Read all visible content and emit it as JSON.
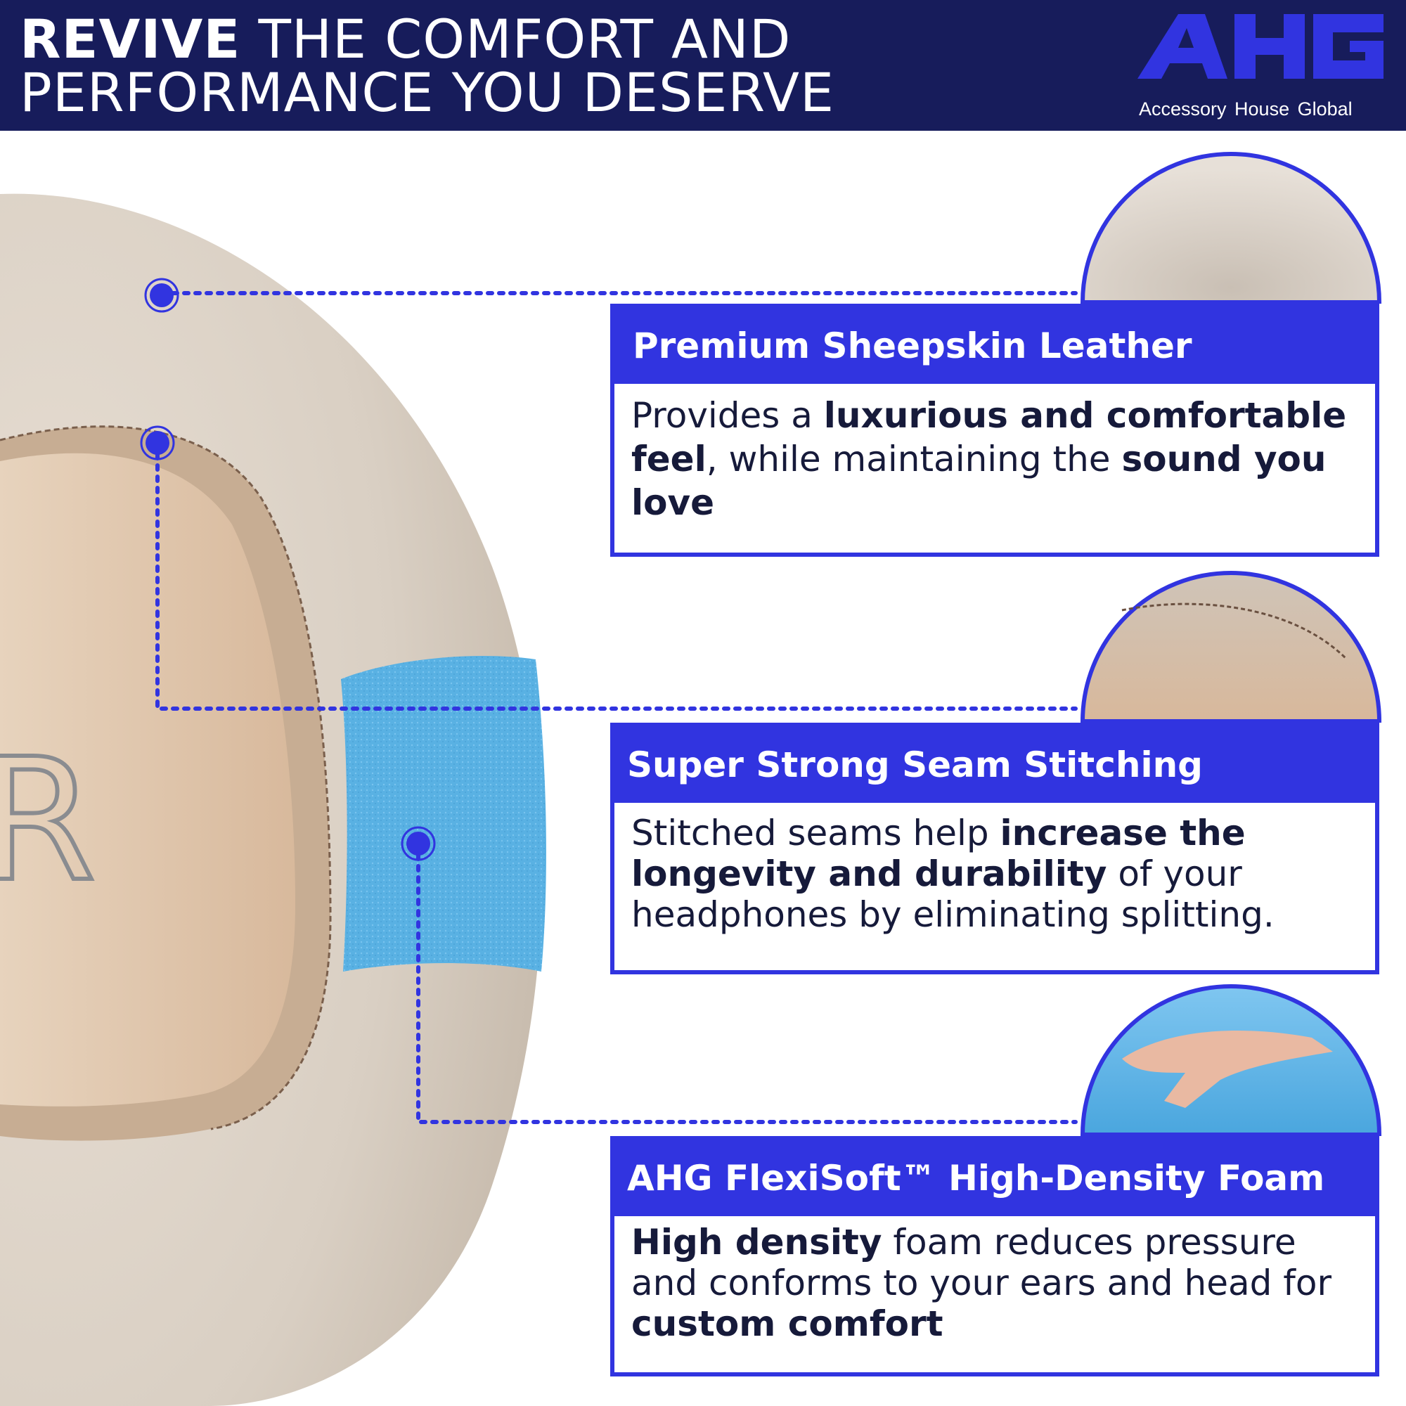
{
  "header": {
    "headline_bold": "REVIVE",
    "headline_rest_line1": " THE COMFORT AND",
    "headline_line2": "PERFORMANCE YOU DESERVE",
    "logo_text": "AHG",
    "tagline": "Accessory House Global"
  },
  "photo": {
    "cup_letter": "R"
  },
  "features": [
    {
      "title": "Premium Sheepskin Leather",
      "body": [
        {
          "t": "Provides a ",
          "b": false
        },
        {
          "t": "luxurious and comfortable feel",
          "b": true
        },
        {
          "t": ", while maintaining the ",
          "b": false
        },
        {
          "t": "sound you love",
          "b": true
        }
      ]
    },
    {
      "title": "Super Strong Seam Stitching",
      "body": [
        {
          "t": "Stitched seams help ",
          "b": false
        },
        {
          "t": "increase the longevity and durability",
          "b": true
        },
        {
          "t": " of your headphones by eliminating splitting.",
          "b": false
        }
      ]
    },
    {
      "title": "AHG FlexiSoft™ High-Density Foam",
      "body": [
        {
          "t": "High density",
          "b": true
        },
        {
          "t": " foam reduces pressure and conforms to your ears and head for ",
          "b": false
        },
        {
          "t": "custom comfort",
          "b": true
        }
      ]
    }
  ],
  "colors": {
    "navy": "#171c5b",
    "accent_blue": "#3134e0",
    "leather": "#dcd2c5",
    "foam_blue": "#5ab4e6"
  }
}
